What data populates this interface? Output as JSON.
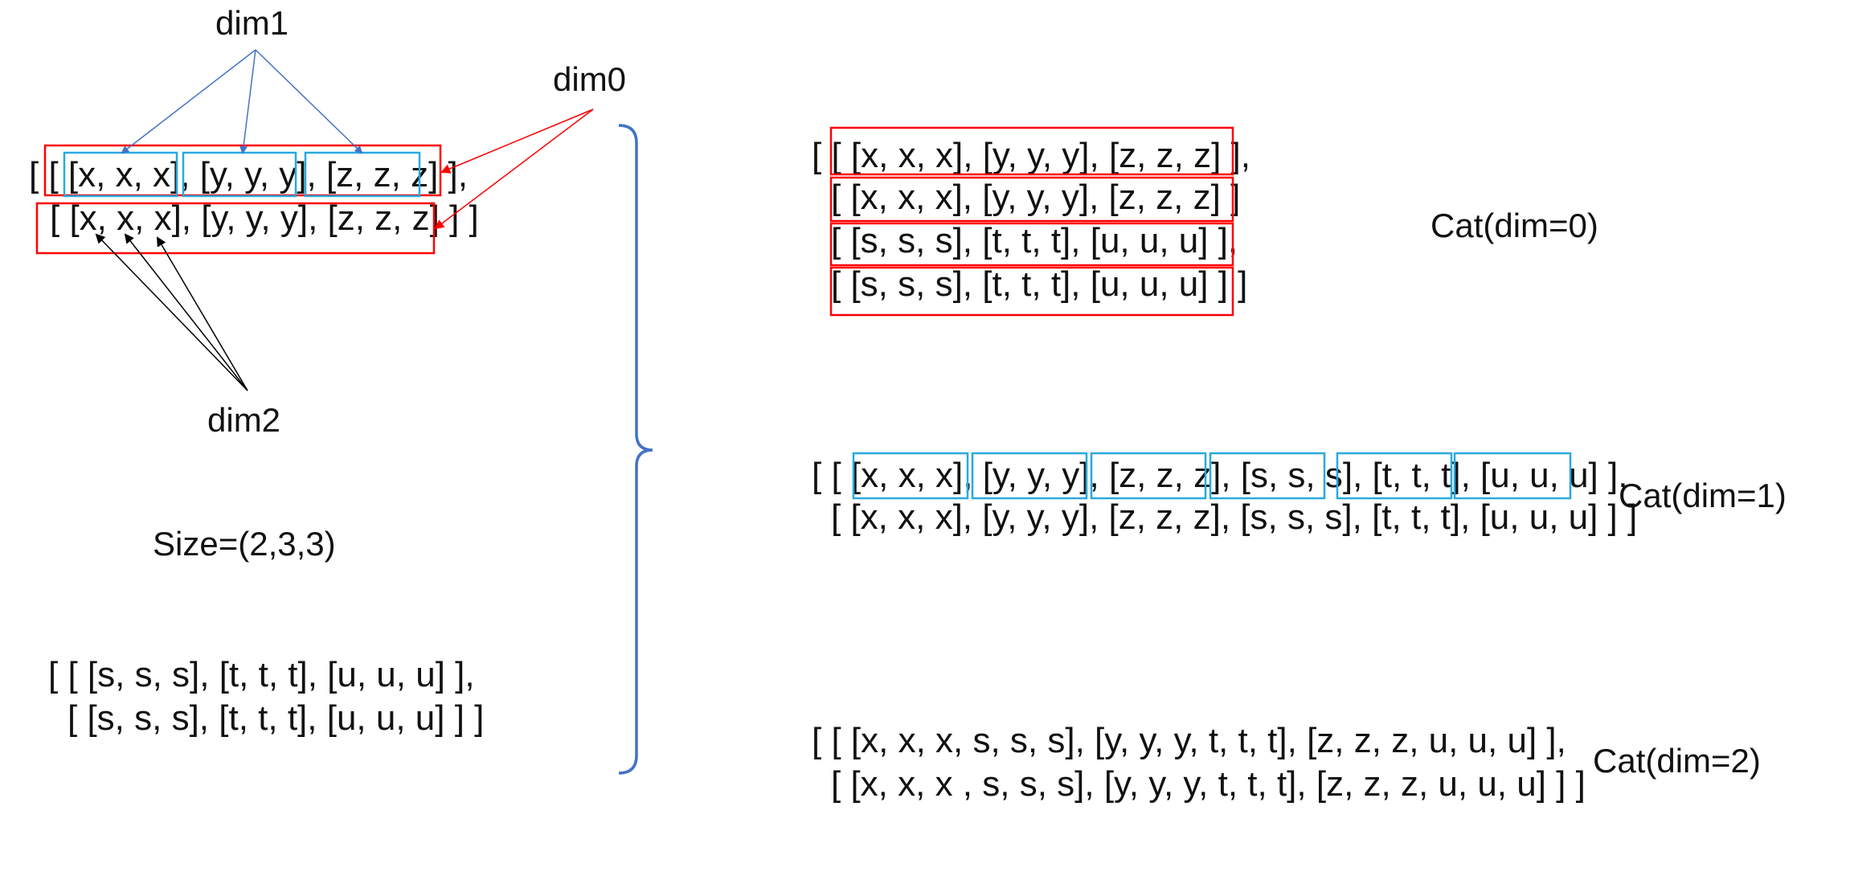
{
  "labels": {
    "dim1": "dim1",
    "dim0": "dim0",
    "dim2": "dim2",
    "size": "Size=(2,3,3)",
    "cat0": "Cat(dim=0)",
    "cat1": "Cat(dim=1)",
    "cat2": "Cat(dim=2)"
  },
  "tensor_a": {
    "row1": "[ [ [x, x, x], [y, y, y], [z, z, z] ],",
    "row2": "[ [x, x, x], [y, y, y], [z, z, z] ] ]"
  },
  "tensor_b": {
    "row1": "[ [ [s, s, s], [t, t, t], [u, u, u] ],",
    "row2": "[ [s, s, s], [t, t, t], [u, u, u] ] ]"
  },
  "cat_dim0": {
    "row1": "[ [ [x, x, x], [y, y, y], [z, z, z] ],",
    "row2": "[ [x, x, x], [y, y, y], [z, z, z] ]",
    "row3": "[ [s, s, s], [t, t, t], [u, u, u] ],",
    "row4": "[ [s, s, s], [t, t, t], [u, u, u] ] ]"
  },
  "cat_dim1": {
    "row1": "[ [ [x, x, x], [y, y, y], [z, z, z], [s, s, s], [t, t, t], [u, u, u] ],",
    "row2": "[ [x, x, x], [y, y, y], [z, z, z], [s, s, s], [t, t, t], [u, u, u] ] ]"
  },
  "cat_dim2": {
    "row1": "[ [ [x, x, x, s, s, s], [y, y, y, t, t, t], [z, z, z, u, u, u] ],",
    "row2": "[ [x, x, x , s, s, s], [y, y, y, t, t, t], [z, z, z, u, u, u] ] ]"
  },
  "colors": {
    "red_box": "#ff0000",
    "cyan_box": "#29a9e0",
    "blue_arrow": "#4472c4",
    "brace": "#4472c4",
    "black_arrow": "#000000",
    "red_arrow": "#ff0000"
  }
}
